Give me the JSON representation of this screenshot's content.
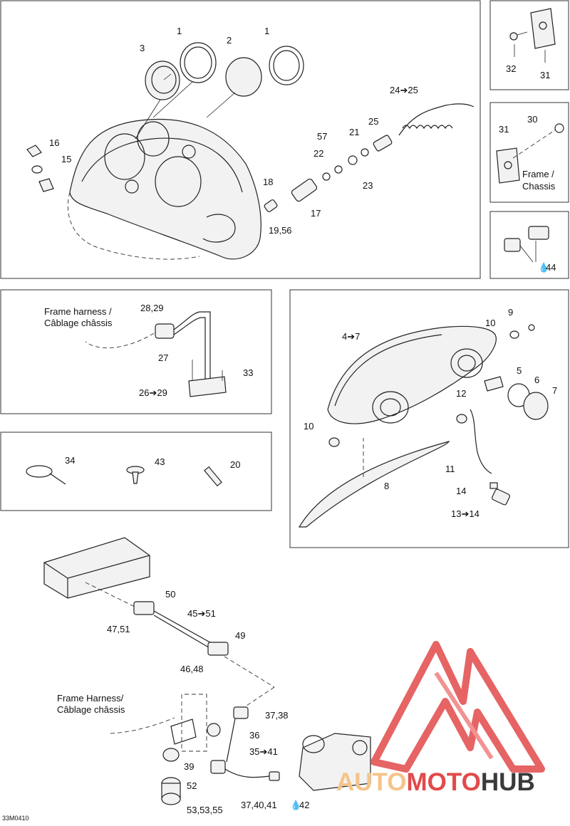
{
  "diagram_code": "33M0410",
  "labels": {
    "l1a": "1",
    "l1b": "1",
    "l2": "2",
    "l3": "3",
    "l24_25": "24➔25",
    "l25": "25",
    "l57": "57",
    "l21": "21",
    "l22": "22",
    "l23": "23",
    "l16": "16",
    "l15": "15",
    "l18": "18",
    "l17": "17",
    "l19_56": "19,56",
    "l32": "32",
    "l31a": "31",
    "l31b": "31",
    "l30": "30",
    "frame1": "Frame /",
    "chassis1": "Chassis",
    "l44": "44",
    "fh1": "Frame harness /",
    "ch1": "Câblage châssis",
    "l28_29": "28,29",
    "l27": "27",
    "l33": "33",
    "l26_29": "26➔29",
    "l34": "34",
    "l43": "43",
    "l20": "20",
    "l9": "9",
    "l10a": "10",
    "l4_7": "4➔7",
    "l5": "5",
    "l6": "6",
    "l7": "7",
    "l10b": "10",
    "l12": "12",
    "l11": "11",
    "l8": "8",
    "l14": "14",
    "l13_14": "13➔14",
    "l50": "50",
    "l45_51": "45➔51",
    "l47_51": "47,51",
    "l49": "49",
    "l46_48": "46,48",
    "fh2": "Frame Harness/",
    "ch2": "Câblage châssis",
    "l37_38": "37,38",
    "l36": "36",
    "l35_41": "35➔41",
    "l39": "39",
    "l52": "52",
    "l53_55": "53,53,55",
    "l37_40_41": "37,40,41",
    "l42": "42"
  },
  "watermark": {
    "part1": "AUTO",
    "part2": "MOTO",
    "part3": "HUB",
    "color_light": "#f5c48a",
    "color_red": "#e24a4a",
    "color_dark": "#3a3a3a"
  }
}
